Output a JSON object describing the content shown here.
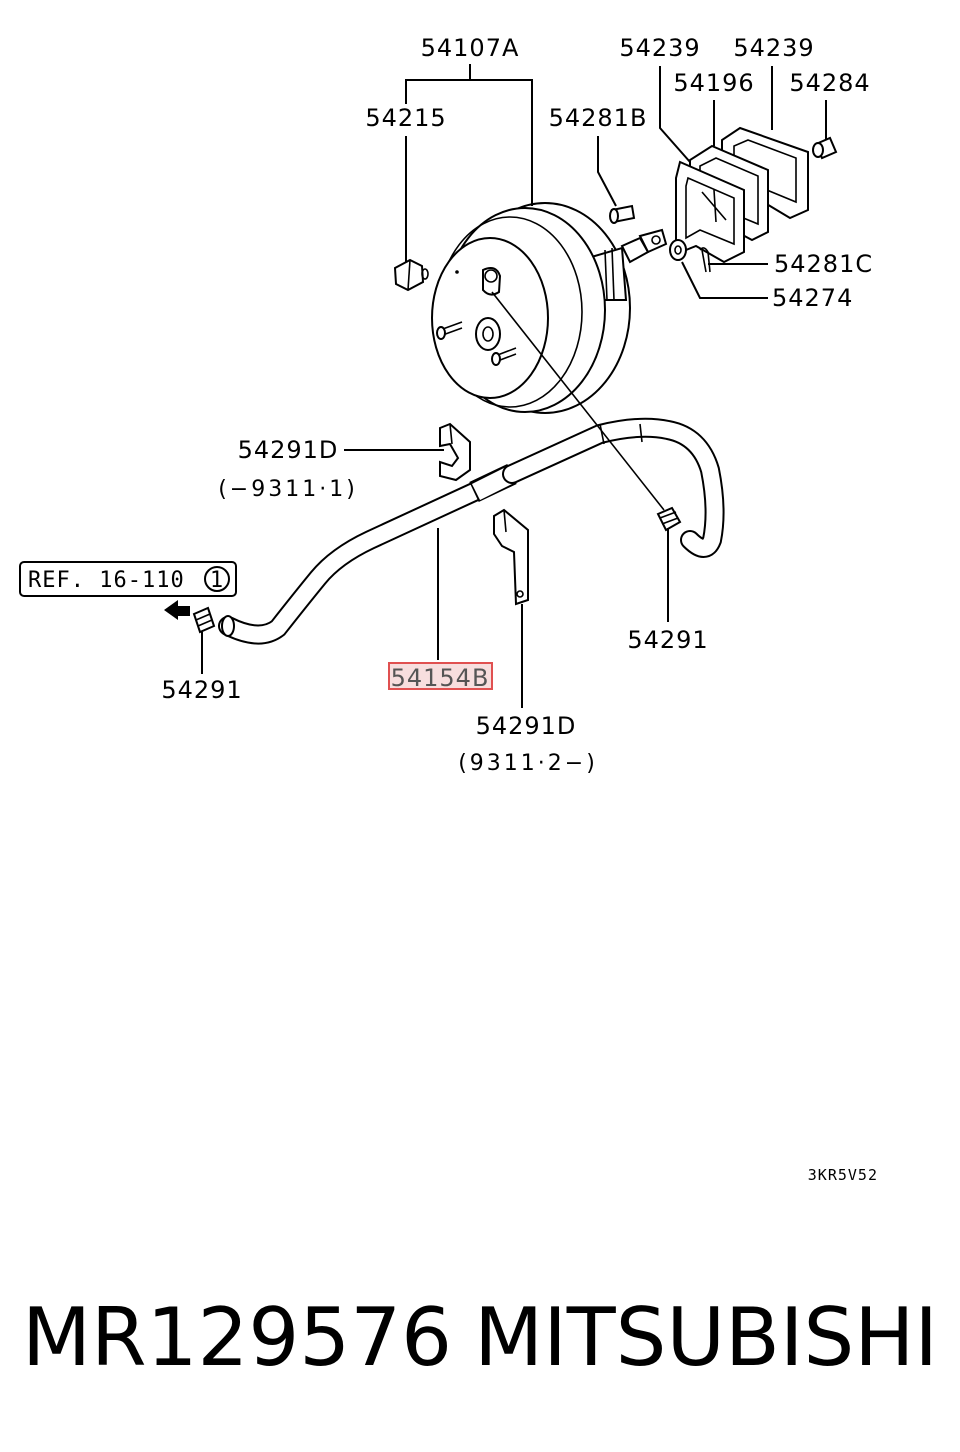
{
  "diagram": {
    "parts": {
      "booster": "54107A",
      "nut_left": "54215",
      "gasket_a": "54239",
      "gasket_b": "54239",
      "plate": "54196",
      "bolt_right": "54284",
      "clevis_pin": "54281B",
      "snap_pin": "54281C",
      "washer": "54274",
      "clamp_upper": "54291D",
      "clamp_upper_range": "(−9311·1)",
      "clamp_lower": "54291D",
      "clamp_lower_range": "(9311·2−)",
      "hose_clamp_right": "54291",
      "hose_clamp_left": "54291",
      "vacuum_hose": "54154B"
    },
    "reference": {
      "label": "REF. 16-110",
      "circle_number": "1"
    },
    "drawing_code": "3KR5V52",
    "highlight_color": "#e05050"
  },
  "footer": {
    "part_number": "MR129576",
    "brand": "MITSUBISHI"
  }
}
